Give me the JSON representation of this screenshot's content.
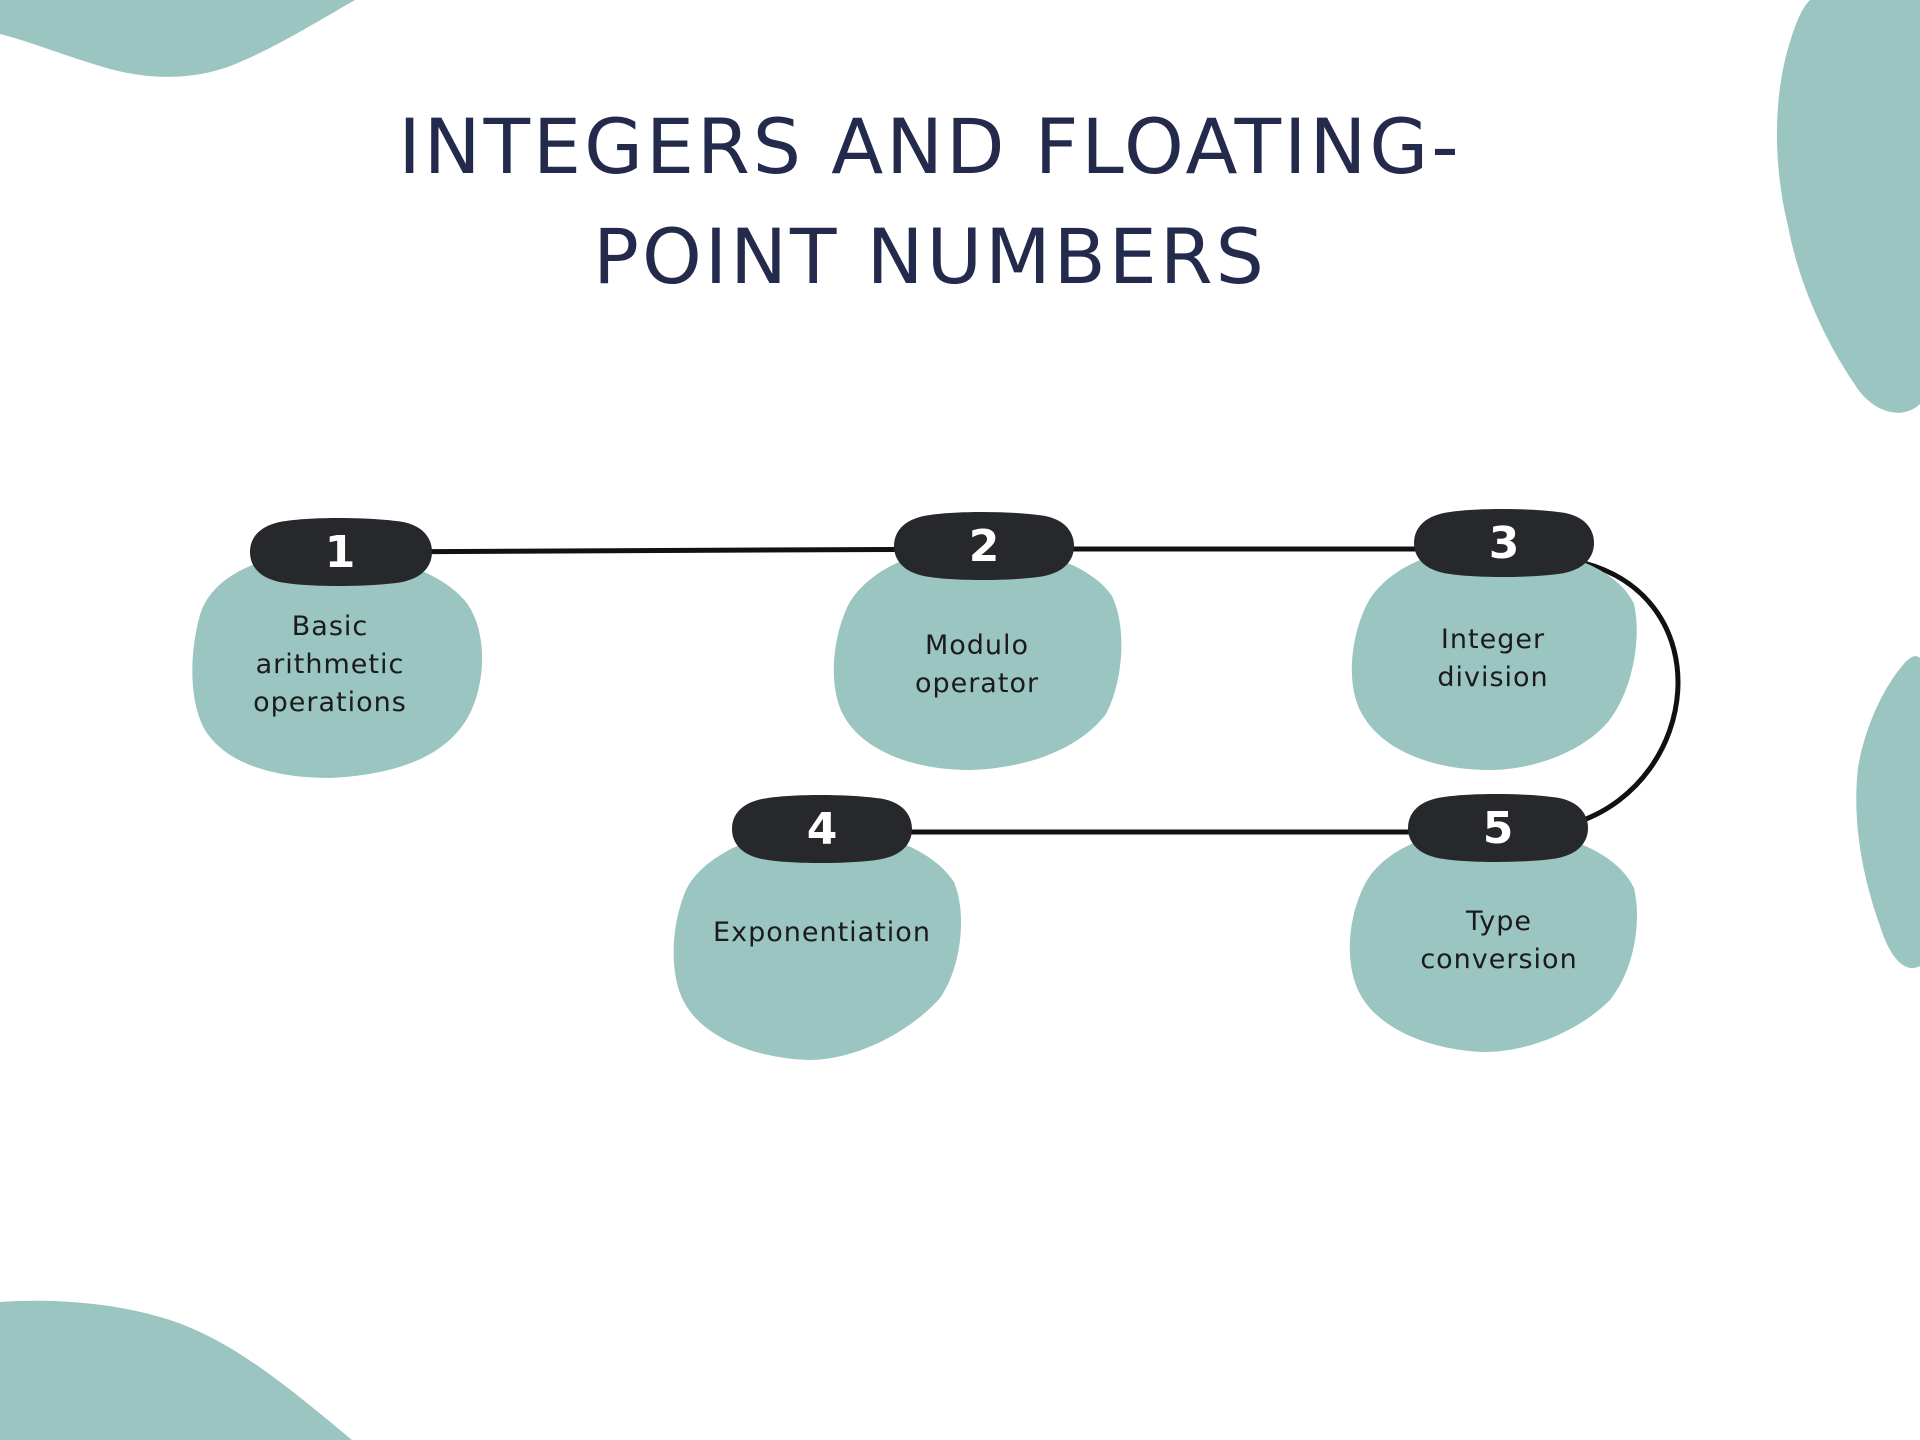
{
  "title": {
    "line1": "INTEGERS AND FLOATING-",
    "line2": "POINT NUMBERS"
  },
  "colors": {
    "background": "#ffffff",
    "blob": "#9ac5c0",
    "pill": "#27282b",
    "title": "#232a4c",
    "label": "#1b1b1b",
    "number": "#ffffff",
    "connector": "#111111"
  },
  "steps": [
    {
      "number": "1",
      "label": "Basic\narithmetic\noperations"
    },
    {
      "number": "2",
      "label": "Modulo\noperator"
    },
    {
      "number": "3",
      "label": "Integer\ndivision"
    },
    {
      "number": "4",
      "label": "Exponentiation"
    },
    {
      "number": "5",
      "label": "Type\nconversion"
    }
  ],
  "connectors": [
    {
      "from": "1",
      "to": "2"
    },
    {
      "from": "2",
      "to": "3"
    },
    {
      "from": "3",
      "to": "5"
    },
    {
      "from": "5",
      "to": "4"
    }
  ]
}
